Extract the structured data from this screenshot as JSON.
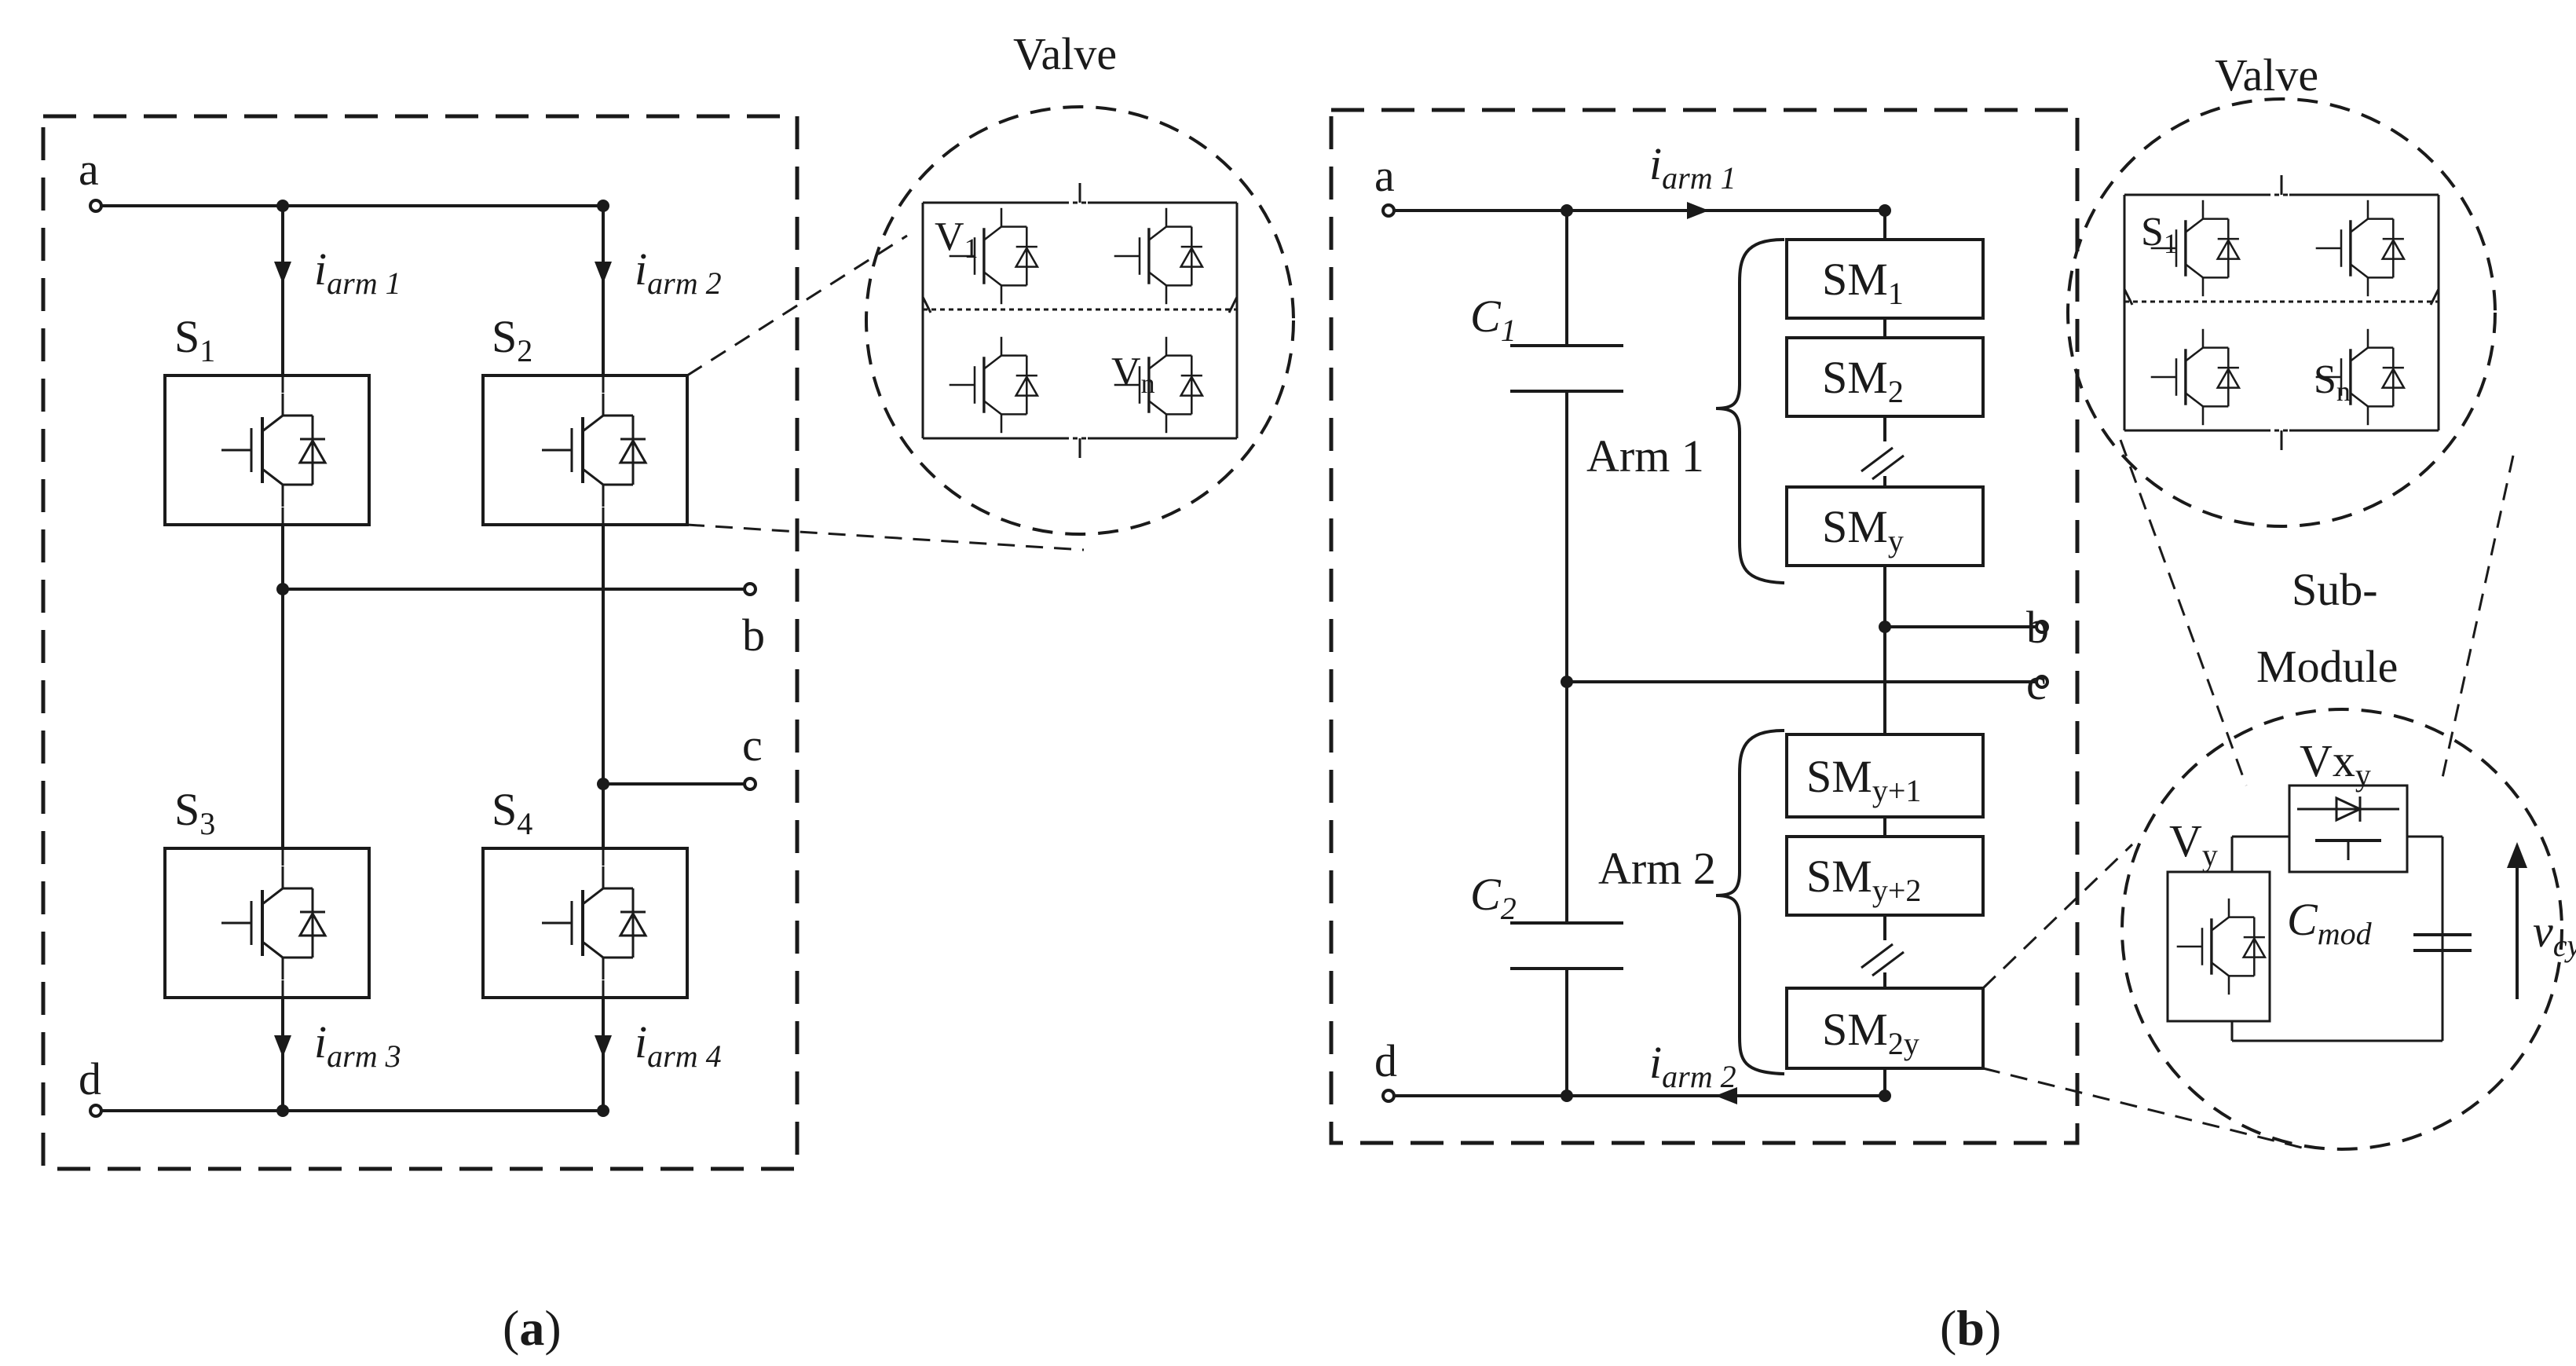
{
  "panel_a": {
    "caption_open": "(",
    "caption_letter": "a",
    "caption_close": ")",
    "node_a": "a",
    "node_b": "b",
    "node_c": "c",
    "node_d": "d",
    "switches": [
      {
        "sym": "S",
        "sub": "1"
      },
      {
        "sym": "S",
        "sub": "2"
      },
      {
        "sym": "S",
        "sub": "3"
      },
      {
        "sym": "S",
        "sub": "4"
      }
    ],
    "currents": [
      {
        "sym": "i",
        "sub": "arm 1"
      },
      {
        "sym": "i",
        "sub": "arm 2"
      },
      {
        "sym": "i",
        "sub": "arm 3"
      },
      {
        "sym": "i",
        "sub": "arm 4"
      }
    ],
    "valve_title": "Valve",
    "valve_top": {
      "sym": "V",
      "sub": "1"
    },
    "valve_bottom": {
      "sym": "V",
      "sub": "n"
    }
  },
  "panel_b": {
    "caption_open": "(",
    "caption_letter": "b",
    "caption_close": ")",
    "node_a": "a",
    "node_b": "b",
    "node_c": "c",
    "node_d": "d",
    "cap1": {
      "sym": "C",
      "sub": "1"
    },
    "cap2": {
      "sym": "C",
      "sub": "2"
    },
    "current_top": {
      "sym": "i",
      "sub": "arm 1"
    },
    "current_bottom": {
      "sym": "i",
      "sub": "arm 2"
    },
    "arm1_label": "Arm 1",
    "arm2_label": "Arm 2",
    "submodules_arm1": [
      {
        "sym": "SM",
        "sub": "1"
      },
      {
        "sym": "SM",
        "sub": "2"
      },
      {
        "sym": "SM",
        "sub": "y"
      }
    ],
    "submodules_arm2": [
      {
        "sym": "SM",
        "sub": "y+1"
      },
      {
        "sym": "SM",
        "sub": "y+2"
      },
      {
        "sym": "SM",
        "sub": "2y"
      }
    ],
    "valve_title": "Valve",
    "valve_top": {
      "sym": "S",
      "sub": "1"
    },
    "valve_bottom": {
      "sym": "S",
      "sub": "n"
    },
    "submodule_title_1": "Sub-",
    "submodule_title_2": "Module",
    "sm_switch_a": {
      "sym": "Vx",
      "sub": "y"
    },
    "sm_switch_b": {
      "sym": "V",
      "sub": "y"
    },
    "sm_cap": {
      "sym": "C",
      "sub": "mod"
    },
    "sm_voltage": {
      "sym": "v",
      "sub": "cy"
    }
  }
}
